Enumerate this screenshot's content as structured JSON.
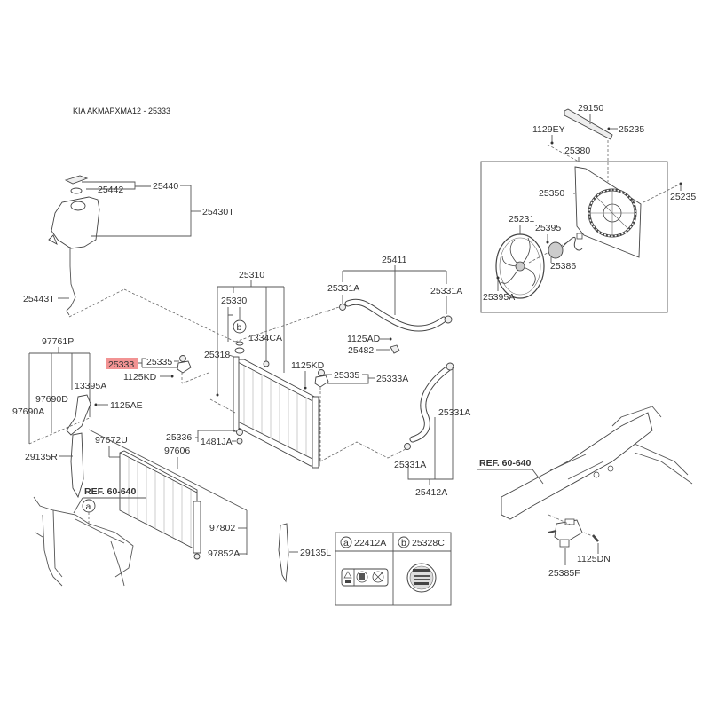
{
  "title": "KIA AKMAPXMA12 - 25333",
  "highlight_color": "#f08080",
  "highlighted_part": "25333",
  "labels": {
    "p25440": "25440",
    "p25442": "25442",
    "p25430T": "25430T",
    "p25443T": "25443T",
    "p97761P": "97761P",
    "p25333": "25333",
    "p25335a": "25335",
    "p1125KDa": "1125KD",
    "p13395A": "13395A",
    "p97690D": "97690D",
    "p97690A": "97690A",
    "p1125AE": "1125AE",
    "p29135R": "29135R",
    "p25310": "25310",
    "p25330": "25330",
    "p1334CA": "1334CA",
    "p25318": "25318",
    "p1125KDb": "1125KD",
    "p25335b": "25335",
    "p25333A": "25333A",
    "p25411": "25411",
    "p25331Aa": "25331A",
    "p25331Ab": "25331A",
    "p1125AD": "1125AD",
    "p25482": "25482",
    "p25331Ac": "25331A",
    "p25331Ad": "25331A",
    "p25412A": "25412A",
    "p25336": "25336",
    "p1481JA": "1481JA",
    "p97672U": "97672U",
    "p97606": "97606",
    "p97802": "97802",
    "p97852A": "97852A",
    "p29135L": "29135L",
    "p29150": "29150",
    "p1129EY": "1129EY",
    "p25235a": "25235",
    "p25380": "25380",
    "p25350": "25350",
    "p25235b": "25235",
    "p25231": "25231",
    "p25395": "25395",
    "p25386": "25386",
    "p25395A": "25395A",
    "p1125DN": "1125DN",
    "p25385F": "25385F"
  },
  "refs": {
    "ref_left": "REF. 60-640",
    "ref_right": "REF. 60-640"
  },
  "callouts": {
    "a": "a",
    "b": "b"
  },
  "legend_table": {
    "col_a_letter": "a",
    "col_a_part": "22412A",
    "col_b_letter": "b",
    "col_b_part": "25328C"
  }
}
